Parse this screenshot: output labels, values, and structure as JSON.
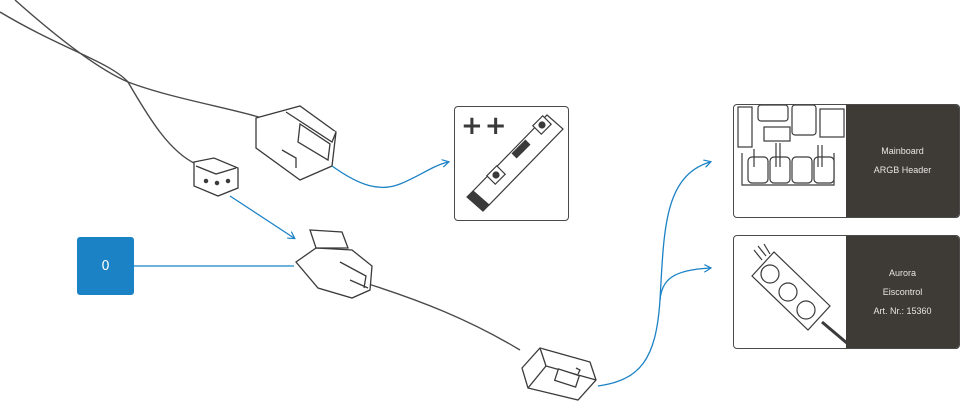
{
  "badge": {
    "label": "0"
  },
  "strip_panel": {
    "symbol": "++"
  },
  "mainboard": {
    "line1": "Mainboard",
    "line2": "ARGB Header"
  },
  "aurora": {
    "line1": "Aurora",
    "line2": "Eiscontrol",
    "line3": "Art. Nr.: 15360"
  },
  "colors": {
    "accent": "#1b82c6",
    "line": "#4a4a4a",
    "label_bg": "#3e3a36",
    "label_text": "#e8e6e3"
  }
}
